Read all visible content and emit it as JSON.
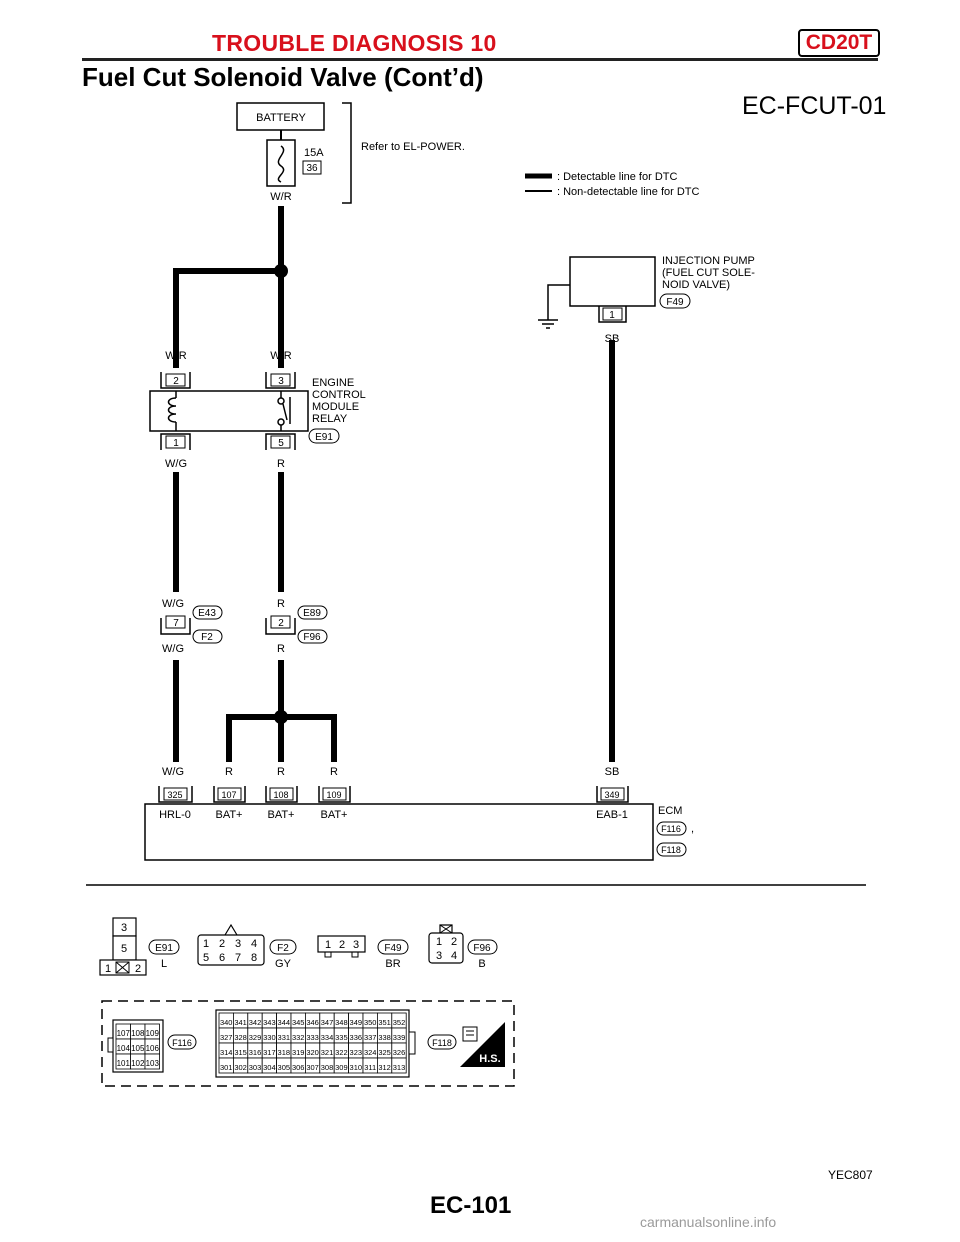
{
  "header": {
    "section_title": "TROUBLE DIAGNOSIS 10",
    "engine_badge": "CD20T",
    "subtitle": "Fuel Cut Solenoid Valve (Cont’d)"
  },
  "diagram": {
    "code": "EC-FCUT-01",
    "battery": {
      "label": "BATTERY",
      "fuse_rating": "15A",
      "fuse_number": "36",
      "wire": "W/R"
    },
    "refer_note": "Refer to EL-POWER.",
    "legend": {
      "detectable": ": Detectable line for DTC",
      "non_detectable": ": Non-detectable line for DTC"
    },
    "injection_pump": {
      "label_lines": [
        "INJECTION PUMP",
        "(FUEL CUT SOLE-",
        "NOID VALVE)"
      ],
      "connector": "F49",
      "pin": "1",
      "wire": "SB"
    },
    "relay": {
      "label_lines": [
        "ENGINE",
        "CONTROL",
        "MODULE",
        "RELAY"
      ],
      "connector": "E91",
      "pins": {
        "top_left": "2",
        "top_right": "3",
        "bottom_left": "1",
        "bottom_right": "5"
      },
      "wires": {
        "top_left": "W/R",
        "top_right": "W/R",
        "bottom_left": "W/G",
        "bottom_right": "R"
      }
    },
    "junction_left": {
      "top_wire": "W/G",
      "bottom_wire": "W/G",
      "pin": "7",
      "top_connector": "E43",
      "bottom_connector": "F2"
    },
    "junction_right": {
      "top_wire": "R",
      "bottom_wire": "R",
      "pin": "2",
      "top_connector": "E89",
      "bottom_connector": "F96"
    },
    "ecm": {
      "label": "ECM",
      "connectors": [
        "F116",
        "F118"
      ],
      "separator": ",",
      "terminals": [
        {
          "number": "325",
          "name": "HRL-0",
          "wire": "W/G"
        },
        {
          "number": "107",
          "name": "BAT+",
          "wire": "R"
        },
        {
          "number": "108",
          "name": "BAT+",
          "wire": "R"
        },
        {
          "number": "109",
          "name": "BAT+",
          "wire": "R"
        },
        {
          "number": "349",
          "name": "EAB-1",
          "wire": "SB"
        }
      ]
    }
  },
  "connector_views": {
    "e91": {
      "id": "E91",
      "color": "L",
      "pins": [
        "3",
        "5",
        "1",
        "2"
      ]
    },
    "f2": {
      "id": "F2",
      "color": "GY",
      "pins": [
        "1",
        "2",
        "3",
        "4",
        "5",
        "6",
        "7",
        "8"
      ]
    },
    "f49": {
      "id": "F49",
      "color": "BR",
      "pins": [
        "1",
        "2",
        "3"
      ]
    },
    "f96": {
      "id": "F96",
      "color": "B",
      "pins": [
        "1",
        "2",
        "3",
        "4"
      ]
    },
    "f116": {
      "id": "F116",
      "rows": [
        [
          "107",
          "108",
          "109"
        ],
        [
          "104",
          "105",
          "106"
        ],
        [
          "101",
          "102",
          "103"
        ]
      ]
    },
    "f118": {
      "id": "F118",
      "rows": [
        [
          "340",
          "341",
          "342",
          "343",
          "344",
          "345",
          "346",
          "347",
          "348",
          "349",
          "350",
          "351",
          "352"
        ],
        [
          "327",
          "328",
          "329",
          "330",
          "331",
          "332",
          "333",
          "334",
          "335",
          "336",
          "337",
          "338",
          "339"
        ],
        [
          "314",
          "315",
          "316",
          "317",
          "318",
          "319",
          "320",
          "321",
          "322",
          "323",
          "324",
          "325",
          "326"
        ],
        [
          "301",
          "302",
          "303",
          "304",
          "305",
          "306",
          "307",
          "308",
          "309",
          "310",
          "311",
          "312",
          "313"
        ]
      ]
    },
    "hs_badge": "H.S."
  },
  "figure_code": "YEC807",
  "page_number": "EC-101",
  "watermark": "carmanualsonline.info"
}
